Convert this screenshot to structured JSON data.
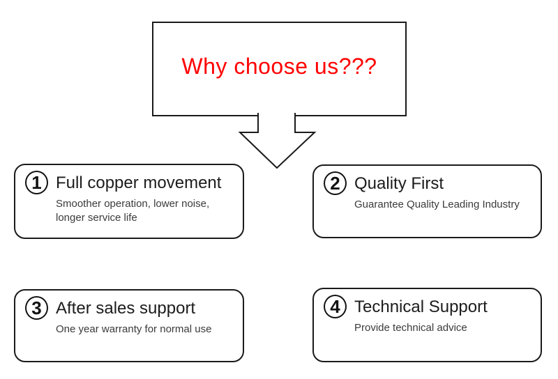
{
  "header": {
    "title": "Why choose us???"
  },
  "features": [
    {
      "number": "1",
      "title": "Full copper movement",
      "desc_lines": [
        "Smoother operation, lower noise,",
        "longer service life"
      ]
    },
    {
      "number": "2",
      "title": "Quality First",
      "desc_lines": [
        "Guarantee Quality Leading Industry"
      ]
    },
    {
      "number": "3",
      "title": "After sales support",
      "desc_lines": [
        "One year warranty for normal use"
      ]
    },
    {
      "number": "4",
      "title": "Technical Support",
      "desc_lines": [
        "Provide technical advice"
      ]
    }
  ],
  "icons": {
    "down_arrow": "down-arrow"
  },
  "colors": {
    "accent_red": "#ff0000",
    "border_black": "#1a1a1a",
    "desc_gray": "#3a3a3a",
    "background": "#ffffff"
  }
}
